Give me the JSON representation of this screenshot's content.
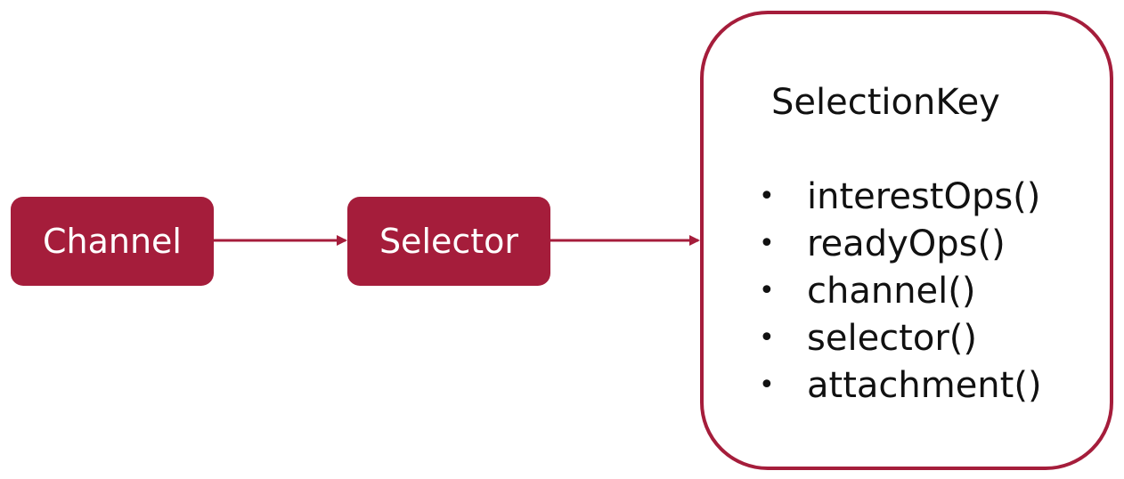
{
  "nodes": {
    "channel": "Channel",
    "selector": "Selector"
  },
  "selection_key": {
    "title": "SelectionKey",
    "methods": [
      "interestOps()",
      "readyOps()",
      "channel()",
      "selector()",
      "attachment()"
    ]
  },
  "colors": {
    "accent": "#a51d3b",
    "text": "#111111",
    "background": "#ffffff"
  },
  "icons": {
    "bullet": "bullet-dot"
  }
}
